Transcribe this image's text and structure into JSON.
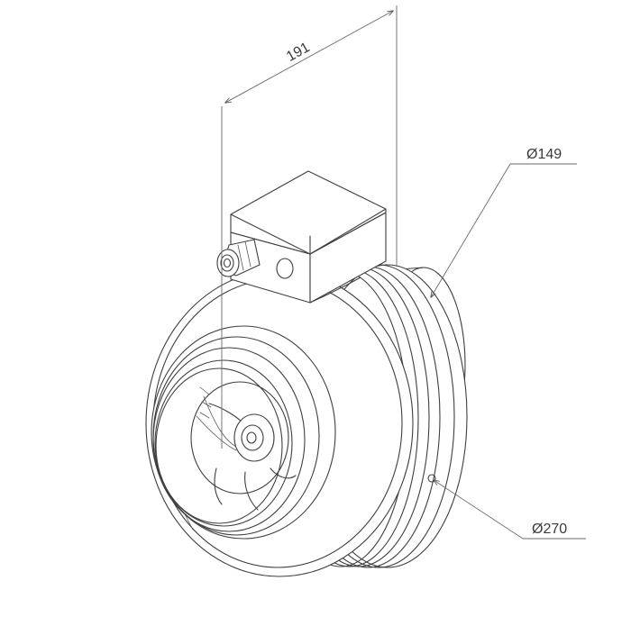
{
  "dimensions": {
    "length": "191",
    "outlet_diameter": "Ø149",
    "housing_diameter": "Ø270"
  },
  "colors": {
    "line": "#3f3f3f",
    "dimension_line": "#6a6a6a",
    "background": "#ffffff"
  }
}
